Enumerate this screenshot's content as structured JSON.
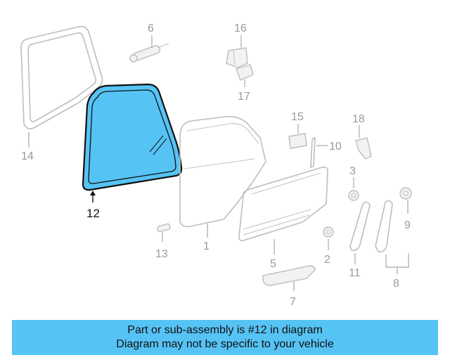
{
  "diagram": {
    "highlight_color": "#56c3f5",
    "callouts": {
      "c1": "1",
      "c2": "2",
      "c3": "3",
      "c5": "5",
      "c6": "6",
      "c7": "7",
      "c8": "8",
      "c9": "9",
      "c10": "10",
      "c11": "11",
      "c12": "12",
      "c13": "13",
      "c14": "14",
      "c15": "15",
      "c16": "16",
      "c17": "17",
      "c18": "18"
    }
  },
  "footer": {
    "line1": "Part or sub-assembly is #12 in diagram",
    "line2": "Diagram may not be specific to your vehicle",
    "background": "#56c3f5"
  }
}
